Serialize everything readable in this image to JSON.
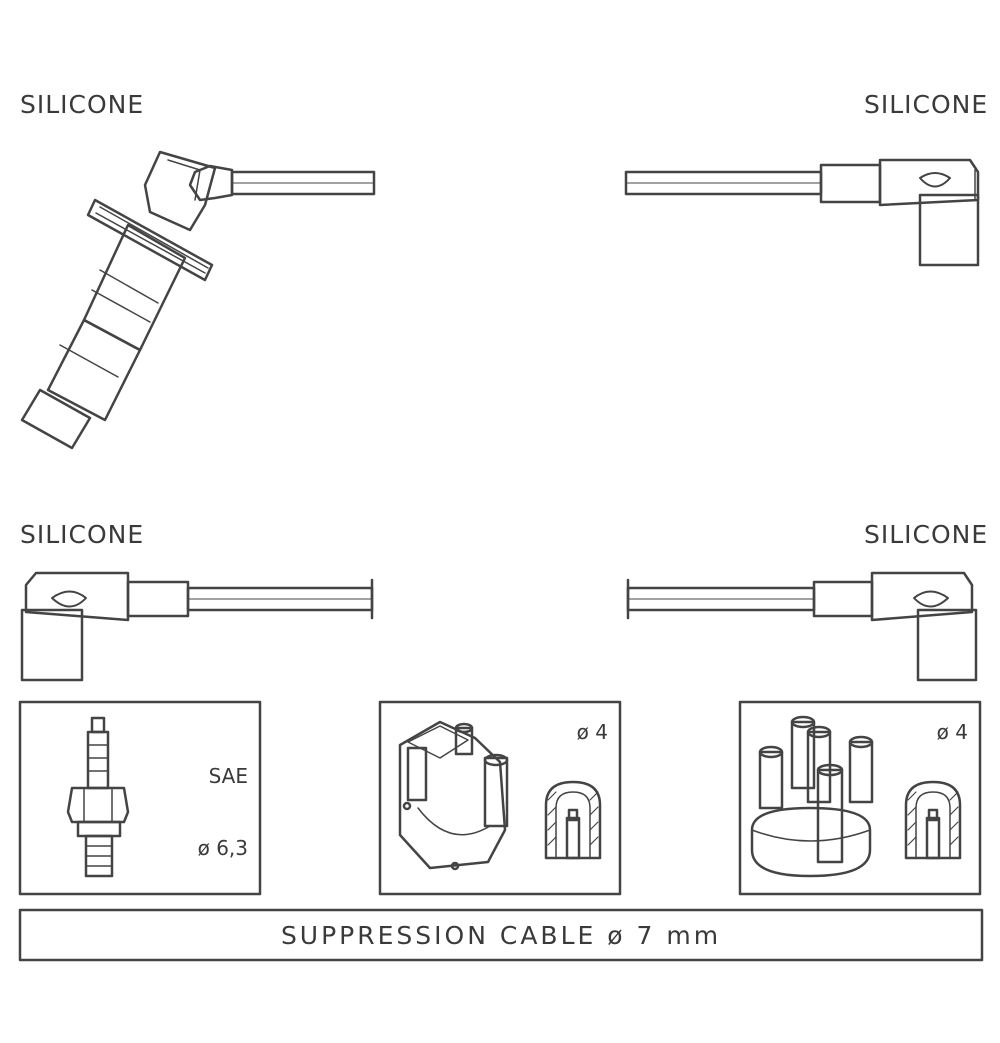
{
  "labels": {
    "top_left": "SILICONE",
    "top_right": "SILICONE",
    "mid_left": "SILICONE",
    "mid_right": "SILICONE"
  },
  "panels": {
    "spark_plug": {
      "line1": "SAE",
      "line2": "ø 6,3"
    },
    "coil": {
      "line1": "ø 4"
    },
    "distributor": {
      "line1": "ø 4"
    }
  },
  "cable": {
    "label": "SUPPRESSION CABLE  ø  7 mm"
  },
  "colors": {
    "stroke": "#444444",
    "background": "#ffffff"
  }
}
